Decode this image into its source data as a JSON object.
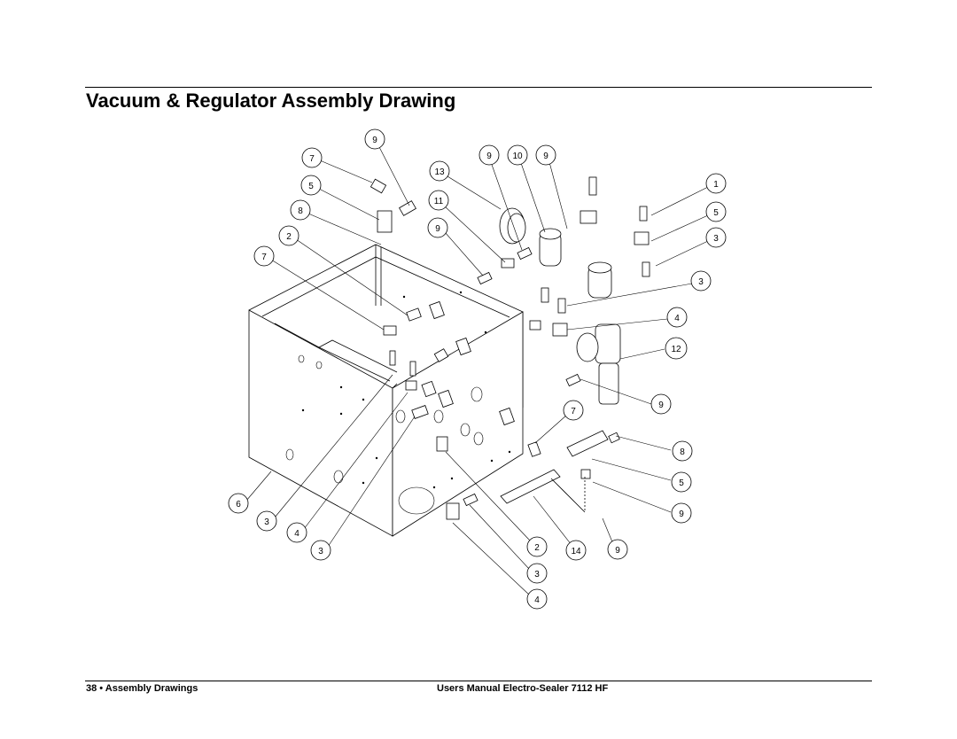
{
  "page": {
    "title": "Vacuum & Regulator Assembly Drawing",
    "footer_left": "38 • Assembly Drawings",
    "footer_right": "Users Manual Electro-Sealer 7112 HF"
  },
  "callouts": [
    {
      "label": "9"
    },
    {
      "label": "7"
    },
    {
      "label": "5"
    },
    {
      "label": "8"
    },
    {
      "label": "2"
    },
    {
      "label": "7"
    },
    {
      "label": "9"
    },
    {
      "label": "10"
    },
    {
      "label": "9"
    },
    {
      "label": "13"
    },
    {
      "label": "11"
    },
    {
      "label": "9"
    },
    {
      "label": "1"
    },
    {
      "label": "5"
    },
    {
      "label": "3"
    },
    {
      "label": "3"
    },
    {
      "label": "4"
    },
    {
      "label": "12"
    },
    {
      "label": "9"
    },
    {
      "label": "7"
    },
    {
      "label": "8"
    },
    {
      "label": "5"
    },
    {
      "label": "9"
    },
    {
      "label": "6"
    },
    {
      "label": "3"
    },
    {
      "label": "4"
    },
    {
      "label": "3"
    },
    {
      "label": "2"
    },
    {
      "label": "14"
    },
    {
      "label": "9"
    },
    {
      "label": "3"
    },
    {
      "label": "4"
    }
  ]
}
